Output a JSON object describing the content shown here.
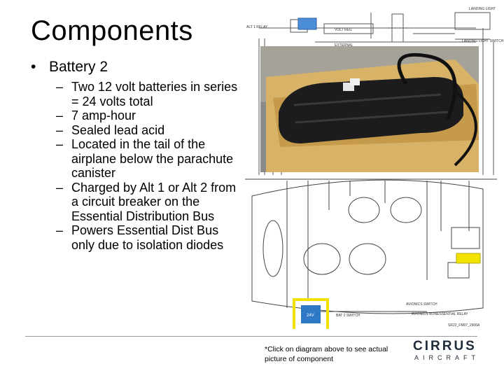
{
  "slide": {
    "title": "Components",
    "bullet": "Battery 2",
    "bullet_marker": "•",
    "sub_marker": "–",
    "sub_bullets": [
      "Two 12 volt batteries in series = 24 volts total",
      "7 amp-hour",
      "Sealed lead acid",
      "Located in the tail of the airplane below the parachute canister",
      "Charged by Alt 1 or Alt 2 from a circuit breaker on the Essential Distribution Bus",
      "Powers Essential Dist Bus only due to isolation diodes"
    ]
  },
  "diagram": {
    "labels": {
      "alt1_relay": "ALT 1 RELAY",
      "volt_reg": "VOLT REG",
      "external": "EXTERNAL",
      "landing_light": "LANDING LIGHT",
      "landing_light_switch": "LANDING LIGHT SWITCH",
      "bat2_switch": "BAT 2 SWITCH",
      "avionics_switch": "AVIONICS SWITCH",
      "avionics_nonessential_relay": "AVIONICS NONESSENTIAL RELAY",
      "drawing_id": "SR22_FM07_2906A",
      "battery_box": "24V"
    },
    "highlight_color": "#f2e200",
    "box_color": "#2f78c6"
  },
  "footer": {
    "note": "*Click on diagram above to see actual picture of component",
    "logo": "CIRRUS",
    "logo_sub": "AIRCRAFT"
  }
}
